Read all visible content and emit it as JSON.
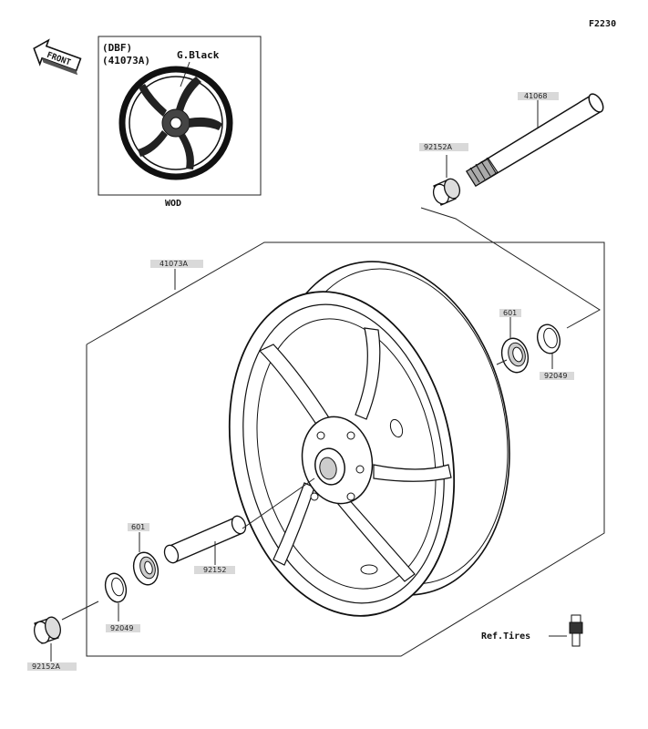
{
  "diagram": {
    "id": "F2230",
    "front_label": "FRONT",
    "inset": {
      "variant": "(DBF)",
      "part": "(41073A)",
      "finish": "G.Black",
      "caption": "WOD"
    },
    "parts": {
      "axle": "41068",
      "collar_top": "92152A",
      "wheel": "41073A",
      "bearing_right": "601",
      "seal_right": "92049",
      "bearing_left": "601",
      "collar_center": "92152",
      "seal_left": "92049",
      "collar_bottom": "92152A"
    },
    "reference": "Ref.Tires"
  },
  "colors": {
    "line": "#1a1a1a",
    "label_fill": "#d9d9d9",
    "background": "#ffffff"
  }
}
